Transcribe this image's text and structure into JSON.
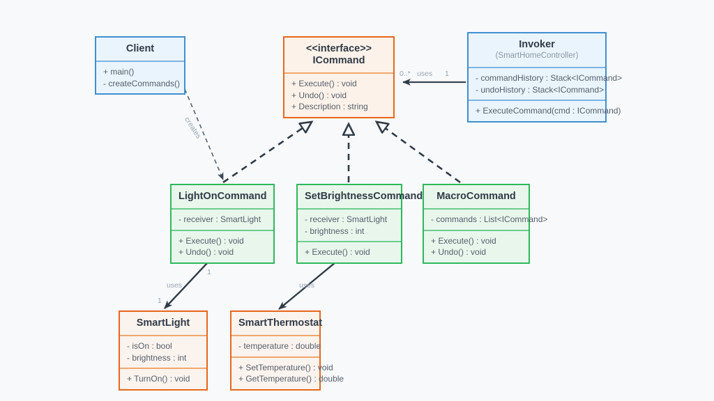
{
  "diagram": {
    "title": "",
    "background": "#f7f9fb",
    "colors": {
      "blue_border": "#3f8fd0",
      "blue_fill": "#eaf4fc",
      "orange_border": "#e8671c",
      "orange_fill": "#fdf2e9",
      "green_border": "#2eb85c",
      "green_fill": "#e9f6ec",
      "edge": "#2f3b47",
      "label_text": "#9aa5b1"
    }
  },
  "nodes": {
    "client": {
      "title": "Client",
      "members": [
        "+ main()",
        "- createCommands()"
      ]
    },
    "icommand": {
      "stereotype": "<<interface>>",
      "title": "ICommand",
      "members": [
        "+ Execute() : void",
        "+ Undo() : void",
        "+ Description : string"
      ]
    },
    "invoker": {
      "title": "Invoker",
      "subtitle": "(SmartHomeController)",
      "attributes": [
        "- commandHistory : Stack<ICommand>",
        "- undoHistory : Stack<ICommand>"
      ],
      "operations": [
        "+ ExecuteCommand(cmd : ICommand)"
      ]
    },
    "light_on_command": {
      "title": "LightOnCommand",
      "attributes": [
        "- receiver : SmartLight"
      ],
      "operations": [
        "+ Execute() : void",
        "+ Undo() : void"
      ]
    },
    "set_brightness_command": {
      "title": "SetBrightnessCommand",
      "attributes": [
        "- receiver : SmartLight",
        "- brightness : int"
      ],
      "operations": [
        "+ Execute() : void"
      ]
    },
    "macro_command": {
      "title": "MacroCommand",
      "attributes": [
        "- commands : List<ICommand>"
      ],
      "operations": [
        "+ Execute() : void",
        "+ Undo() : void"
      ]
    },
    "smart_light": {
      "title": "SmartLight",
      "attributes": [
        "- isOn : bool",
        "- brightness : int"
      ],
      "operations": [
        "+ TurnOn() : void"
      ]
    },
    "smart_thermostat": {
      "title": "SmartThermostat",
      "attributes": [
        "- temperature : double"
      ],
      "operations": [
        "+ SetTemperature() : void",
        "+ GetTemperature() : double"
      ]
    }
  },
  "edges": {
    "client_creates": {
      "label": "creates",
      "style": "dashed",
      "arrow": "open"
    },
    "invoker_uses": {
      "source_multiplicity": "0..*",
      "label": "uses",
      "target_multiplicity": "1",
      "style": "solid",
      "arrow": "open"
    },
    "light_on_realizes": {
      "style": "dashed",
      "arrow": "hollow-triangle"
    },
    "set_brightness_realizes": {
      "style": "dashed",
      "arrow": "hollow-triangle"
    },
    "macro_realizes": {
      "style": "dashed",
      "arrow": "hollow-triangle"
    },
    "light_on_uses_smartlight": {
      "source_multiplicity": "1",
      "label": "uses",
      "target_multiplicity": "1",
      "style": "solid",
      "arrow": "open"
    },
    "set_brightness_uses_thermostat": {
      "label": "uses",
      "style": "solid",
      "arrow": "open"
    }
  }
}
